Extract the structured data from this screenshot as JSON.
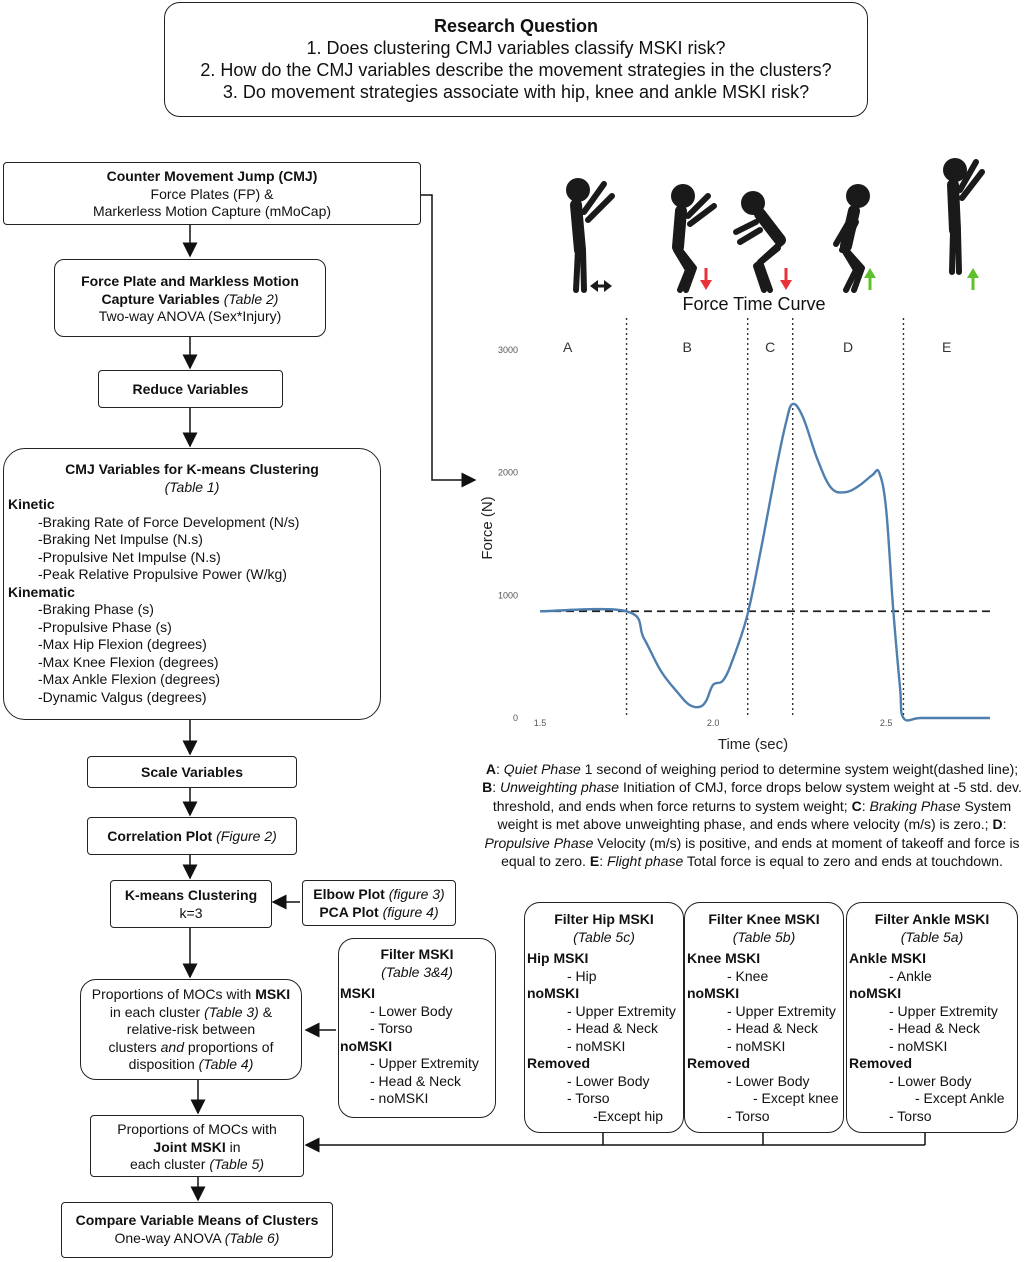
{
  "research": {
    "title": "Research Question",
    "q1": "1. Does clustering CMJ variables classify MSKI risk?",
    "q2": "2. How do the CMJ variables describe the movement strategies in the clusters?",
    "q3": "3. Do movement strategies associate with hip, knee and ankle MSKI risk?"
  },
  "flow": {
    "cmj": {
      "title": "Counter Movement Jump (CMJ)",
      "line1": "Force Plates (FP) &",
      "line2": "Markerless Motion Capture (mMoCap)"
    },
    "fpvars": {
      "title1": "Force Plate and Markless Motion",
      "title2": "Capture Variables",
      "ref": "(Table 2)",
      "line": "Two-way ANOVA (Sex*Injury)"
    },
    "reduce": "Reduce Variables",
    "kmvars": {
      "title": "CMJ Variables for K-means Clustering",
      "ref": "(Table 1)",
      "kinetic_header": "Kinetic",
      "kinetic": [
        "-Braking Rate of Force Development (N/s)",
        "-Braking Net Impulse (N.s)",
        "-Propulsive Net Impulse (N.s)",
        "-Peak Relative Propulsive Power (W/kg)"
      ],
      "kinematic_header": "Kinematic",
      "kinematic": [
        "-Braking Phase (s)",
        "-Propulsive Phase (s)",
        "-Max Hip Flexion (degrees)",
        "-Max Knee Flexion (degrees)",
        "-Max Ankle Flexion (degrees)",
        "-Dynamic Valgus (degrees)"
      ]
    },
    "scale": "Scale Variables",
    "corr": {
      "title": "Correlation Plot",
      "ref": "(Figure 2)"
    },
    "kmeans": {
      "title": "K-means Clustering",
      "k": "k=3"
    },
    "elbow": {
      "elbow": "Elbow Plot",
      "elbow_ref": "(figure 3)",
      "pca": "PCA Plot",
      "pca_ref": "(figure 4)"
    },
    "filter_mski": {
      "title": "Filter MSKI",
      "ref": "(Table 3&4)",
      "mski": "MSKI",
      "mski_items": [
        "- Lower Body",
        "- Torso"
      ],
      "nomski": "noMSKI",
      "nomski_items": [
        "- Upper Extremity",
        "- Head & Neck",
        "- noMSKI"
      ]
    },
    "proportions": {
      "l1a": "Proportions of MOCs with ",
      "l1b": "MSKI",
      "l2": "in each cluster",
      "l2ref": "(Table 3)",
      "l2b": " &",
      "l3": "relative-risk between",
      "l4a": "clusters ",
      "l4b": "and",
      "l4c": " proportions of",
      "l5": "disposition",
      "l5ref": "(Table 4)"
    },
    "joint": {
      "l1": "Proportions of MOCs with",
      "l2": "Joint MSKI",
      "l2b": " in",
      "l3": "each cluster",
      "l3ref": "(Table 5)"
    },
    "compare": {
      "title": "Compare Variable Means of Clusters",
      "line": "One-way ANOVA",
      "ref": "(Table 6)"
    }
  },
  "filters": [
    {
      "title": "Filter Hip MSKI",
      "ref": "(Table 5c)",
      "mski": "Hip MSKI",
      "mski_items": [
        "- Hip"
      ],
      "nomski": "noMSKI",
      "nomski_items": [
        "- Upper Extremity",
        "- Head & Neck",
        "- noMSKI"
      ],
      "removed": "Removed",
      "removed_items": [
        "- Lower Body",
        "- Torso"
      ],
      "except": "-Except hip"
    },
    {
      "title": "Filter Knee MSKI",
      "ref": "(Table 5b)",
      "mski": "Knee MSKI",
      "mski_items": [
        "- Knee"
      ],
      "nomski": "noMSKI",
      "nomski_items": [
        "- Upper Extremity",
        "- Head & Neck",
        "- noMSKI"
      ],
      "removed": "Removed",
      "removed_items": [
        "- Lower Body"
      ],
      "except": "- Except knee",
      "removed_tail": "- Torso"
    },
    {
      "title": "Filter Ankle MSKI",
      "ref": "(Table 5a)",
      "mski": "Ankle MSKI",
      "mski_items": [
        "- Ankle"
      ],
      "nomski": "noMSKI",
      "nomski_items": [
        "- Upper Extremity",
        "- Head & Neck",
        "- noMSKI"
      ],
      "removed": "Removed",
      "removed_items": [
        "- Lower Body"
      ],
      "except": "- Except Ankle",
      "removed_tail": "- Torso"
    }
  ],
  "colors": {
    "curve": "#4f7fae",
    "arrow_down": "#e8323a",
    "arrow_up": "#5cc12b",
    "figure": "#1a1a1a"
  },
  "chart_data": {
    "type": "line",
    "title": "Force Time Curve",
    "xlabel": "Time (sec)",
    "ylabel": "Force (N)",
    "xlim": [
      1.5,
      2.8
    ],
    "ylim": [
      0,
      3000
    ],
    "xticks": [
      "1.5",
      "2.0",
      "2.5"
    ],
    "yticks": [
      "0",
      "1000",
      "2000",
      "3000"
    ],
    "system_weight": 870,
    "phase_boundaries": [
      1.75,
      2.1,
      2.23,
      2.55
    ],
    "phases": [
      "A",
      "B",
      "C",
      "D",
      "E"
    ],
    "series": [
      {
        "x": [
          1.5,
          1.75,
          1.8,
          1.85,
          1.9,
          1.93,
          1.96,
          1.98,
          2.0,
          2.03,
          2.06,
          2.1,
          2.14,
          2.18,
          2.21,
          2.23,
          2.26,
          2.3,
          2.34,
          2.38,
          2.42,
          2.46,
          2.48,
          2.5,
          2.52,
          2.54,
          2.55,
          2.6,
          2.7,
          2.8
        ],
        "y": [
          870,
          870,
          650,
          380,
          200,
          110,
          90,
          140,
          270,
          310,
          500,
          850,
          1400,
          2000,
          2400,
          2560,
          2450,
          2120,
          1880,
          1840,
          1890,
          1980,
          2000,
          1700,
          900,
          250,
          0,
          0,
          0,
          0
        ]
      }
    ]
  },
  "phase_desc": [
    {
      "k": "A",
      "name": "Quiet Phase",
      "text": ": 1 second of weighing period to determine system weight(dashed line); "
    },
    {
      "k": "B",
      "name": "Unweighting phase",
      "text": ": Initiation of CMJ, force drops below system weight at -5 std. dev. threshold, and ends when force returns to system weight; "
    },
    {
      "k": "C",
      "name": "Braking Phase",
      "text": ": System weight is met above unweighting phase, and ends where velocity (m/s) is zero.; "
    },
    {
      "k": "D",
      "name": "Propulsive Phase",
      "text": ": Velocity (m/s) is positive, and ends at moment of takeoff and force is equal to zero. "
    },
    {
      "k": "E",
      "name": "Flight phase",
      "text": ": Total force is equal to zero and ends at touchdown."
    }
  ]
}
